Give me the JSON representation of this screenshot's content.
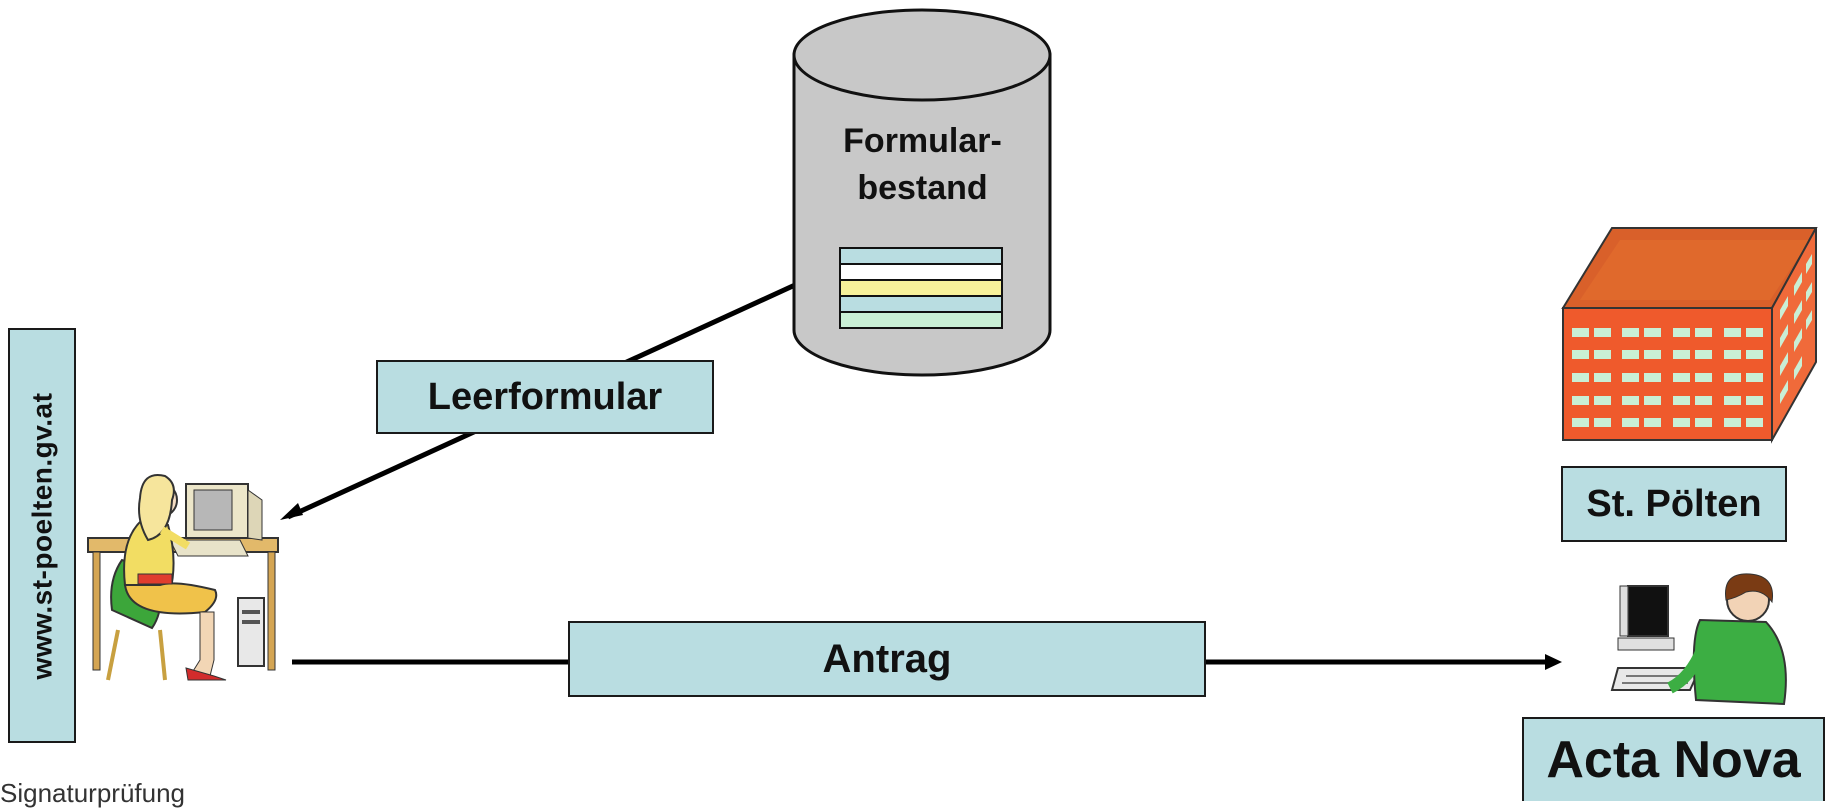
{
  "database": {
    "label_line1": "Formular-",
    "label_line2": "bestand"
  },
  "flows": {
    "leerformular": "Leerformular",
    "antrag": "Antrag"
  },
  "client": {
    "url": "www.st-poelten.gv.at"
  },
  "city": {
    "name": "St. Pölten"
  },
  "system": {
    "name": "Acta Nova"
  },
  "footer": {
    "text": "Signaturprüfung"
  },
  "colors": {
    "label_fill": "#b9dde1",
    "cylinder_fill": "#c8c8c8",
    "building_front": "#ef5a2c",
    "building_roof": "#d9602a",
    "window": "#c9efd5"
  }
}
